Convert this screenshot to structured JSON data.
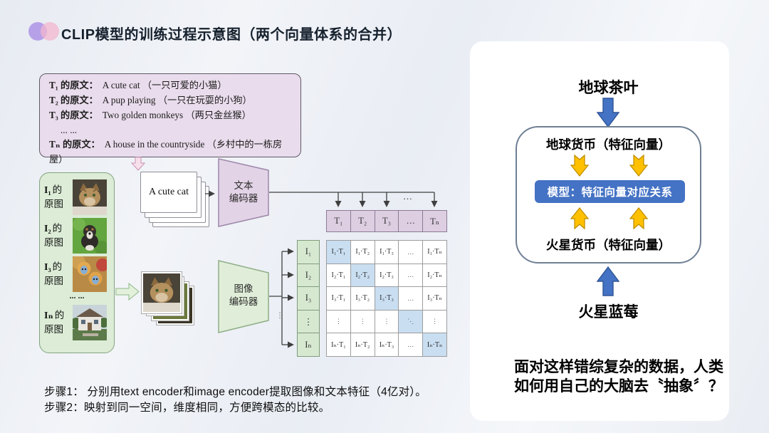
{
  "title": "CLIP模型的训练过程示意图（两个向量体系的合并）",
  "icons": {
    "title_dot_left": "purple-dot",
    "title_dot_right": "pink-dot",
    "block_arrows": [
      "pink-down-arrow",
      "green-right-arrow",
      "blue-down-arrow",
      "blue-up-arrow",
      "yellow-down-arrow",
      "yellow-up-arrow"
    ],
    "photos": [
      "cat-photo",
      "dog-photo",
      "monkeys-photo",
      "house-photo"
    ]
  },
  "colors": {
    "accent_blue": "#4472c4",
    "accent_yellow": "#ffc000",
    "purple_fill": "#e9dcec",
    "green_fill": "#dcecd6",
    "thead_fill": "#ddcee1",
    "icol_fill": "#d7e8d1",
    "matrix_highlight": "#c9def1"
  },
  "left_diagram": {
    "text_examples": [
      {
        "label": "T₁ 的原文：",
        "text": "A cute cat （一只可爱的小猫）"
      },
      {
        "label": "T₂ 的原文：",
        "text": "A pup playing （一只在玩耍的小狗）"
      },
      {
        "label": "T₃ 的原文：",
        "text": "Two golden monkeys （两只金丝猴）"
      },
      {
        "label": "",
        "text": "... ..."
      },
      {
        "label": "Tₙ 的原文：",
        "text": "A house in the countryside （乡村中的一栋房屋）"
      }
    ],
    "image_rows": [
      {
        "sym": "I₁",
        "suffix": "的",
        "line2": "原图"
      },
      {
        "sym": "I₂",
        "suffix": "的",
        "line2": "原图"
      },
      {
        "sym": "I₃",
        "suffix": "的",
        "line2": "原图"
      },
      {
        "sym": "Iₙ",
        "suffix": "的",
        "line2": "原图"
      }
    ],
    "images_ellipsis": "... ...",
    "sample_card_text": "A cute cat",
    "text_encoder": {
      "line1": "文本",
      "line2": "编码器"
    },
    "image_encoder": {
      "line1": "图像",
      "line2": "编码器"
    },
    "encoder_output_ellipsis": "…",
    "icol_vdots": "⋮",
    "t_headers": [
      "T₁",
      "T₂",
      "T₃",
      "…",
      "Tₙ"
    ],
    "i_headers": [
      "I₁",
      "I₂",
      "I₃",
      "⋮",
      "Iₙ"
    ],
    "matrix_rows": [
      [
        "I₁·T₁",
        "I₁·T₂",
        "I₁·T₃",
        "…",
        "I₁·Tₙ"
      ],
      [
        "I₂·T₁",
        "I₂·T₂",
        "I₂·T₃",
        "…",
        "I₂·Tₙ"
      ],
      [
        "I₃·T₁",
        "I₃·T₂",
        "I₃·T₃",
        "…",
        "I₃·Tₙ"
      ],
      [
        "⋮",
        "⋮",
        "⋮",
        "⋱",
        "⋮"
      ],
      [
        "Iₙ·T₁",
        "Iₙ·T₂",
        "Iₙ·T₃",
        "…",
        "Iₙ·Tₙ"
      ]
    ],
    "steps": [
      "步骤1： 分别用text encoder和image encoder提取图像和文本特征（4亿对）。",
      "步骤2：映射到同一空间，维度相同，方便跨模态的比较。"
    ]
  },
  "right_panel": {
    "top_label": "地球茶叶",
    "earth_currency": "地球货币（特征向量）",
    "model_box": "模型：特征向量对应关系",
    "mars_currency": "火星货币（特征向量）",
    "bottom_label": "火星蓝莓",
    "question_line1": "面对这样错综复杂的数据，人类",
    "question_line2": "如何用自己的大脑去〝抽象〞？"
  }
}
